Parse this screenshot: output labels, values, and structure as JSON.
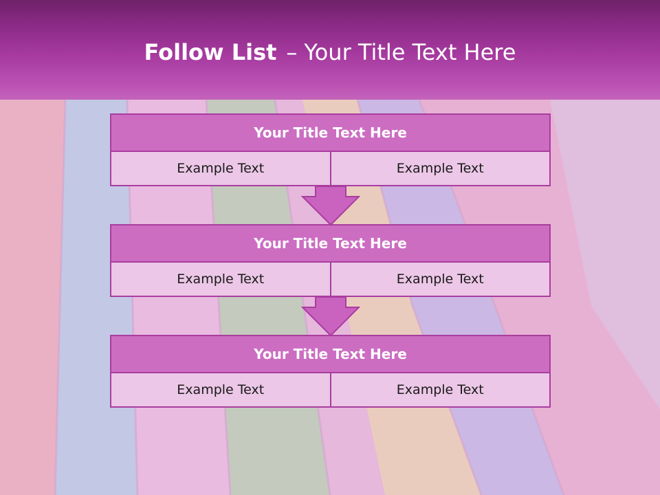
{
  "header": {
    "title_bold": "Follow List",
    "dash": "–",
    "title_rest": "Your Title Text Here"
  },
  "blocks": [
    {
      "title": "Your Title Text Here",
      "cells": [
        "Example Text",
        "Example Text"
      ]
    },
    {
      "title": "Your Title Text Here",
      "cells": [
        "Example Text",
        "Example Text"
      ]
    },
    {
      "title": "Your Title Text Here",
      "cells": [
        "Example Text",
        "Example Text"
      ]
    }
  ],
  "colors": {
    "header_dark": "#6e2168",
    "header_light": "#c363bb",
    "block_title_fill": "#cc6dc2",
    "block_cell_fill": "#ecc7e7",
    "border": "#a93d9f"
  }
}
